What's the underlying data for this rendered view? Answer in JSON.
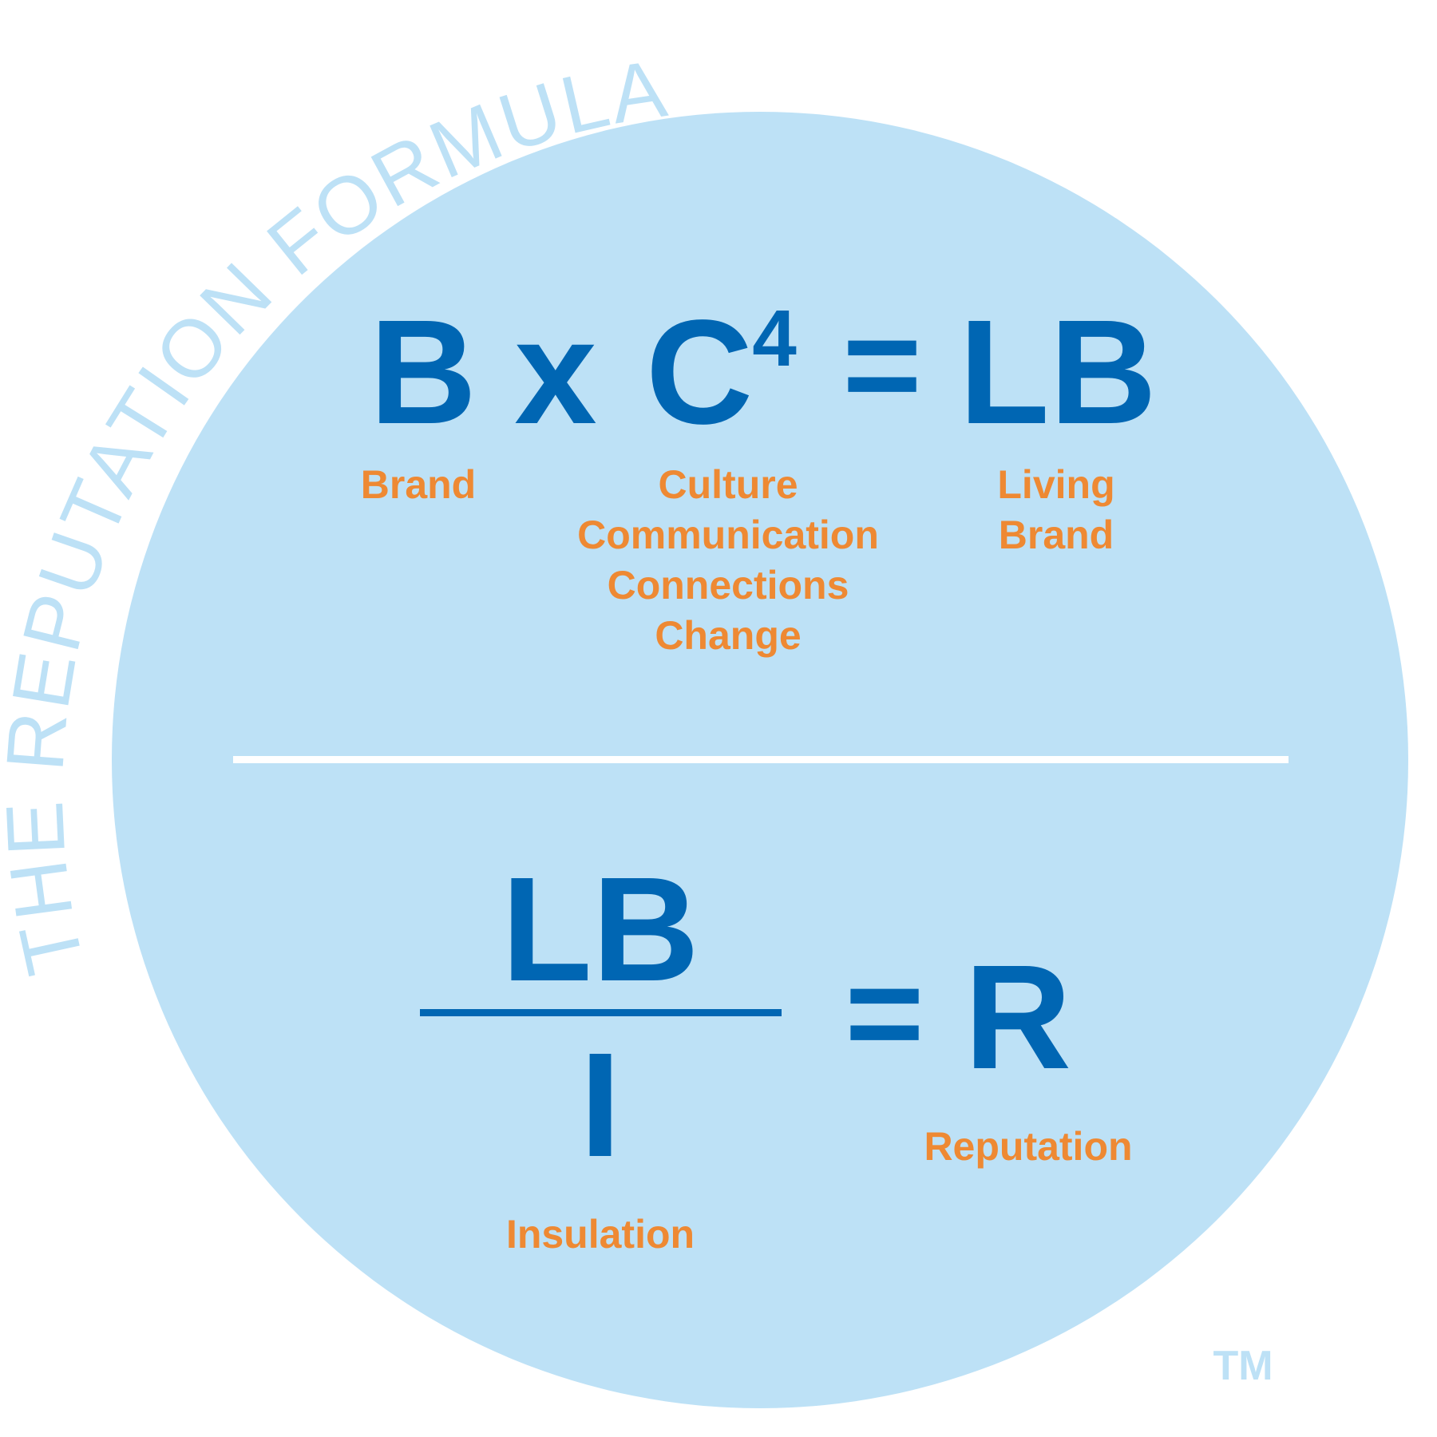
{
  "title": "THE REPUTATION FORMULA",
  "trademark": "TM",
  "colors": {
    "circle": "#BDE1F6",
    "symbol_blue": "#0066B3",
    "label_orange": "#EE8933",
    "divider": "#FFFFFF",
    "title_text": "#BDE1F6"
  },
  "formula1": {
    "b": "B",
    "times": "x",
    "c": "C",
    "exponent": "4",
    "equals": "=",
    "lb": "LB",
    "labels": {
      "brand": "Brand",
      "c_terms": [
        "Culture",
        "Communication",
        "Connections",
        "Change"
      ],
      "lb_lines": [
        "Living",
        "Brand"
      ]
    }
  },
  "formula2": {
    "numerator": "LB",
    "denominator": "I",
    "equals": "=",
    "result": "R",
    "labels": {
      "insulation": "Insulation",
      "reputation": "Reputation"
    }
  }
}
